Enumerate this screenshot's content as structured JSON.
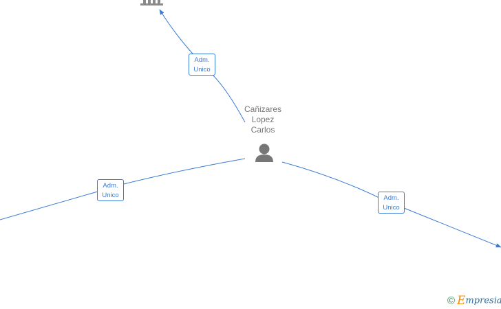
{
  "center_person": {
    "name_lines": [
      "Cañizares",
      "Lopez",
      "Carlos"
    ],
    "icon": "person-icon"
  },
  "top_node": {
    "icon": "company-building-icon"
  },
  "edges": [
    {
      "label_line1": "Adm.",
      "label_line2": "Unico",
      "target": "top-company"
    },
    {
      "label_line1": "Adm.",
      "label_line2": "Unico",
      "target": "left-offscreen"
    },
    {
      "label_line1": "Adm.",
      "label_line2": "Unico",
      "target": "right-offscreen"
    }
  ],
  "watermark": {
    "copyright_symbol": "©",
    "brand_initial": "E",
    "brand_rest": "mpresia"
  },
  "colors": {
    "edge": "#3a7bd5",
    "label_text": "#3a7bd5",
    "node_icon": "#777777",
    "name_text": "#777777"
  }
}
